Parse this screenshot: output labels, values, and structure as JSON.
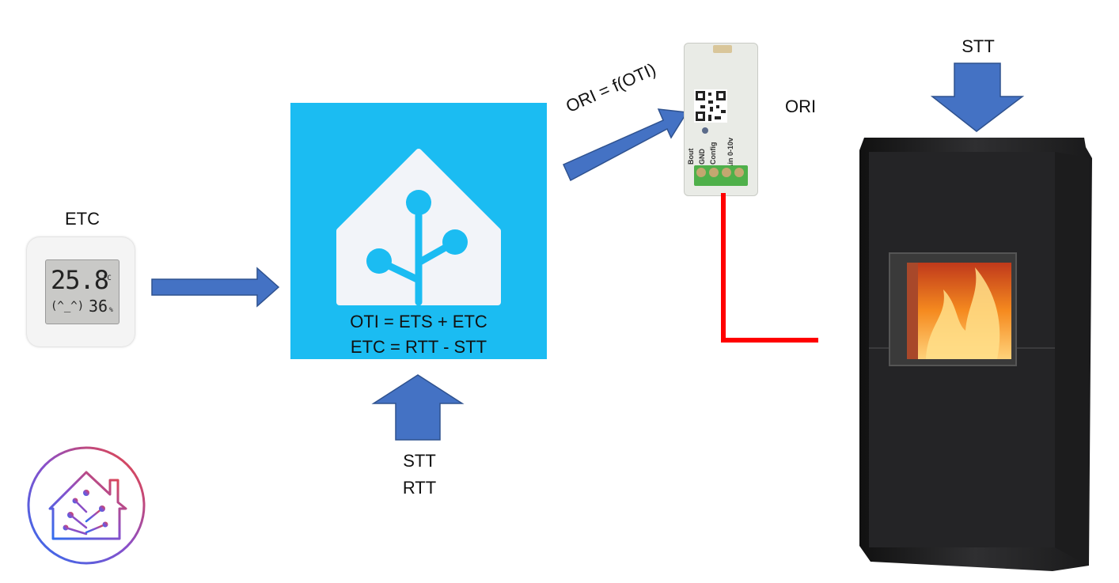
{
  "labels": {
    "sensor_label": "ETC",
    "sensor_display_temp": "25.8",
    "sensor_display_temp_unit": "°C",
    "sensor_display_face": "(^_^)",
    "sensor_display_humidity": "36",
    "sensor_display_humidity_unit": "%",
    "formula_oti": "OTI = ETS + ETC",
    "formula_etc": "ETC = RTT - STT",
    "input_stt": "STT",
    "input_rtt": "RTT",
    "arrow_ori_label": "ORI = f(OTI)",
    "module_label": "ORI",
    "module_pins": [
      "Bout",
      "GND",
      "Config",
      "Ain 0-10v"
    ],
    "stove_label": "STT"
  },
  "colors": {
    "arrow_blue": "#4472C4",
    "ha_blue": "#1BBCF2",
    "wire_red": "#FF0000",
    "stove_body": "#2b2b2d",
    "flame": "#F58A1F"
  }
}
